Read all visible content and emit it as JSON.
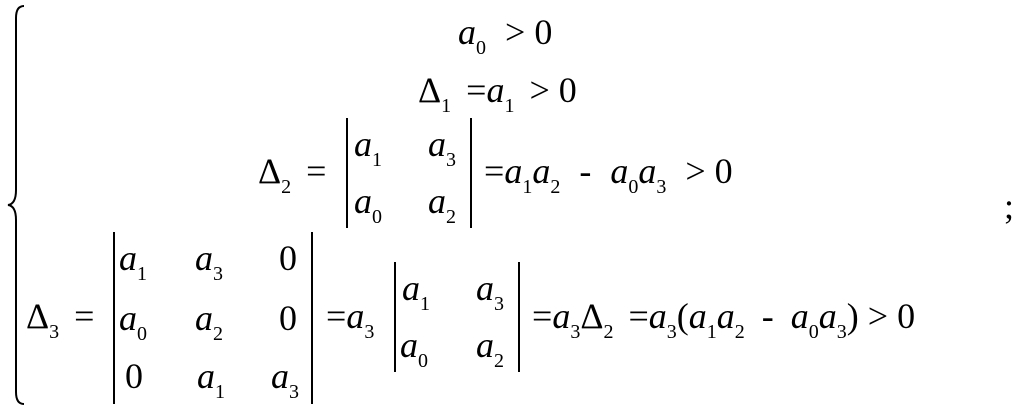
{
  "row1": {
    "lhs": "a",
    "lhs_sub": "0",
    "rel": ">",
    "rhs": "0"
  },
  "row2": {
    "delta": "Δ",
    "delta_sub": "1",
    "eq": "=",
    "a": "a",
    "a_sub": "1",
    "rel": ">",
    "rhs": "0"
  },
  "row3": {
    "delta": "Δ",
    "delta_sub": "2",
    "eq": "=",
    "m11": "a",
    "m11_sub": "1",
    "m12": "a",
    "m12_sub": "3",
    "m21": "a",
    "m21_sub": "0",
    "m22": "a",
    "m22_sub": "2",
    "eq2": "=",
    "t1": "a",
    "t1_sub": "1",
    "t2": "a",
    "t2_sub": "2",
    "minus": "-",
    "t3": "a",
    "t3_sub": "0",
    "t4": "a",
    "t4_sub": "3",
    "rel": ">",
    "rhs": "0"
  },
  "row4": {
    "delta": "Δ",
    "delta_sub": "3",
    "eq": "=",
    "M": [
      [
        {
          "v": "a",
          "s": "1"
        },
        {
          "v": "a",
          "s": "3"
        },
        {
          "v": "0",
          "s": ""
        }
      ],
      [
        {
          "v": "a",
          "s": "0"
        },
        {
          "v": "a",
          "s": "2"
        },
        {
          "v": "0",
          "s": ""
        }
      ],
      [
        {
          "v": "0",
          "s": ""
        },
        {
          "v": "a",
          "s": "1"
        },
        {
          "v": "a",
          "s": "3"
        }
      ]
    ],
    "eq2": "=",
    "coef": "a",
    "coef_sub": "3",
    "N": [
      [
        {
          "v": "a",
          "s": "1"
        },
        {
          "v": "a",
          "s": "3"
        }
      ],
      [
        {
          "v": "a",
          "s": "0"
        },
        {
          "v": "a",
          "s": "2"
        }
      ]
    ],
    "eq3": "=",
    "c2": "a",
    "c2_sub": "3",
    "d2": "Δ",
    "d2_sub": "2",
    "eq4": "=",
    "c3": "a",
    "c3_sub": "3",
    "lparen": "(",
    "p1": "a",
    "p1_sub": "1",
    "p2": "a",
    "p2_sub": "2",
    "minus": "-",
    "p3": "a",
    "p3_sub": "0",
    "p4": "a",
    "p4_sub": "3",
    "rparen": ")",
    "rel": ">",
    "rhs": "0"
  },
  "trailing": ";"
}
